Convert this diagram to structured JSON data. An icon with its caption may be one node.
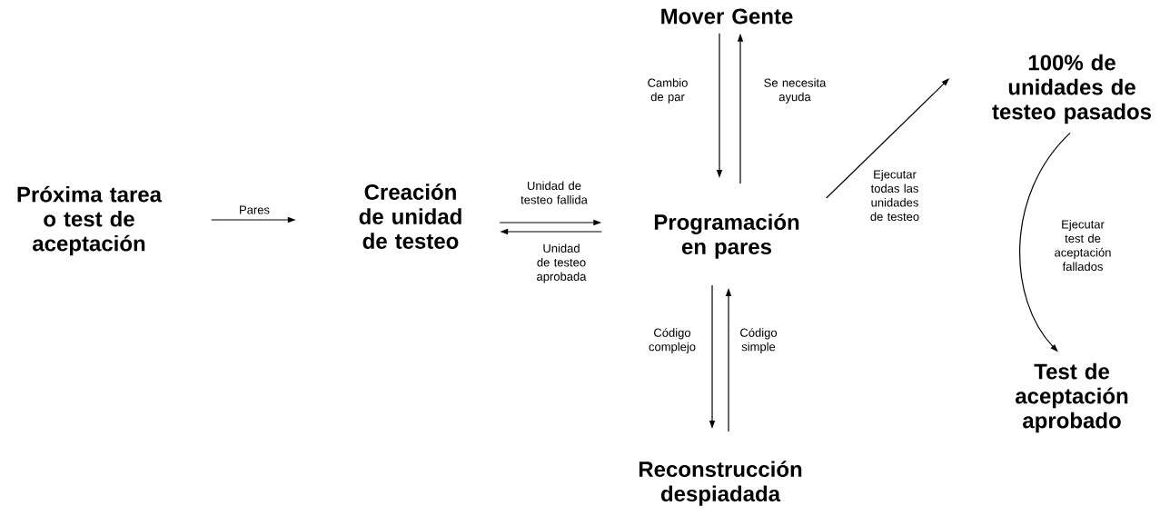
{
  "diagram": {
    "nodes": [
      {
        "text": [
          "Próxima tarea o test de aceptación"
        ]
      },
      {
        "text": [
          "Creación de unidad de testeo"
        ]
      },
      {
        "text": [
          "Programación en pares"
        ]
      },
      {
        "text": [
          "Mover Gente"
        ]
      },
      {
        "text": [
          "Reconstrucción despiadada"
        ]
      },
      {
        "text": [
          "100% de unidades de testeo pasados"
        ]
      },
      {
        "text": [
          "Test de aceptación aprobado"
        ]
      }
    ],
    "edges": [
      {
        "from": 0,
        "to": 1,
        "arrow": "to",
        "label": "Pares"
      },
      {
        "from": 1,
        "to": 2,
        "arrow": "to",
        "label": "Unidad de testeo fallida"
      },
      {
        "from": 2,
        "to": 1,
        "arrow": "to",
        "label": "Unidad de testeo aprobada"
      },
      {
        "from": 3,
        "to": 2,
        "arrow": "to",
        "label": "Cambio de par"
      },
      {
        "from": 2,
        "to": 3,
        "arrow": "to",
        "label": "Se necesita ayuda"
      },
      {
        "from": 2,
        "to": 4,
        "arrow": "to",
        "label": "Código complejo"
      },
      {
        "from": 4,
        "to": 2,
        "arrow": "to",
        "label": "Código simple"
      },
      {
        "from": 2,
        "to": 5,
        "arrow": "to",
        "label": "Ejecutar todas las unidades de testeo"
      },
      {
        "from": 5,
        "to": 6,
        "arrow": "to",
        "label": "Ejecutar test de aceptación fallados"
      }
    ]
  }
}
